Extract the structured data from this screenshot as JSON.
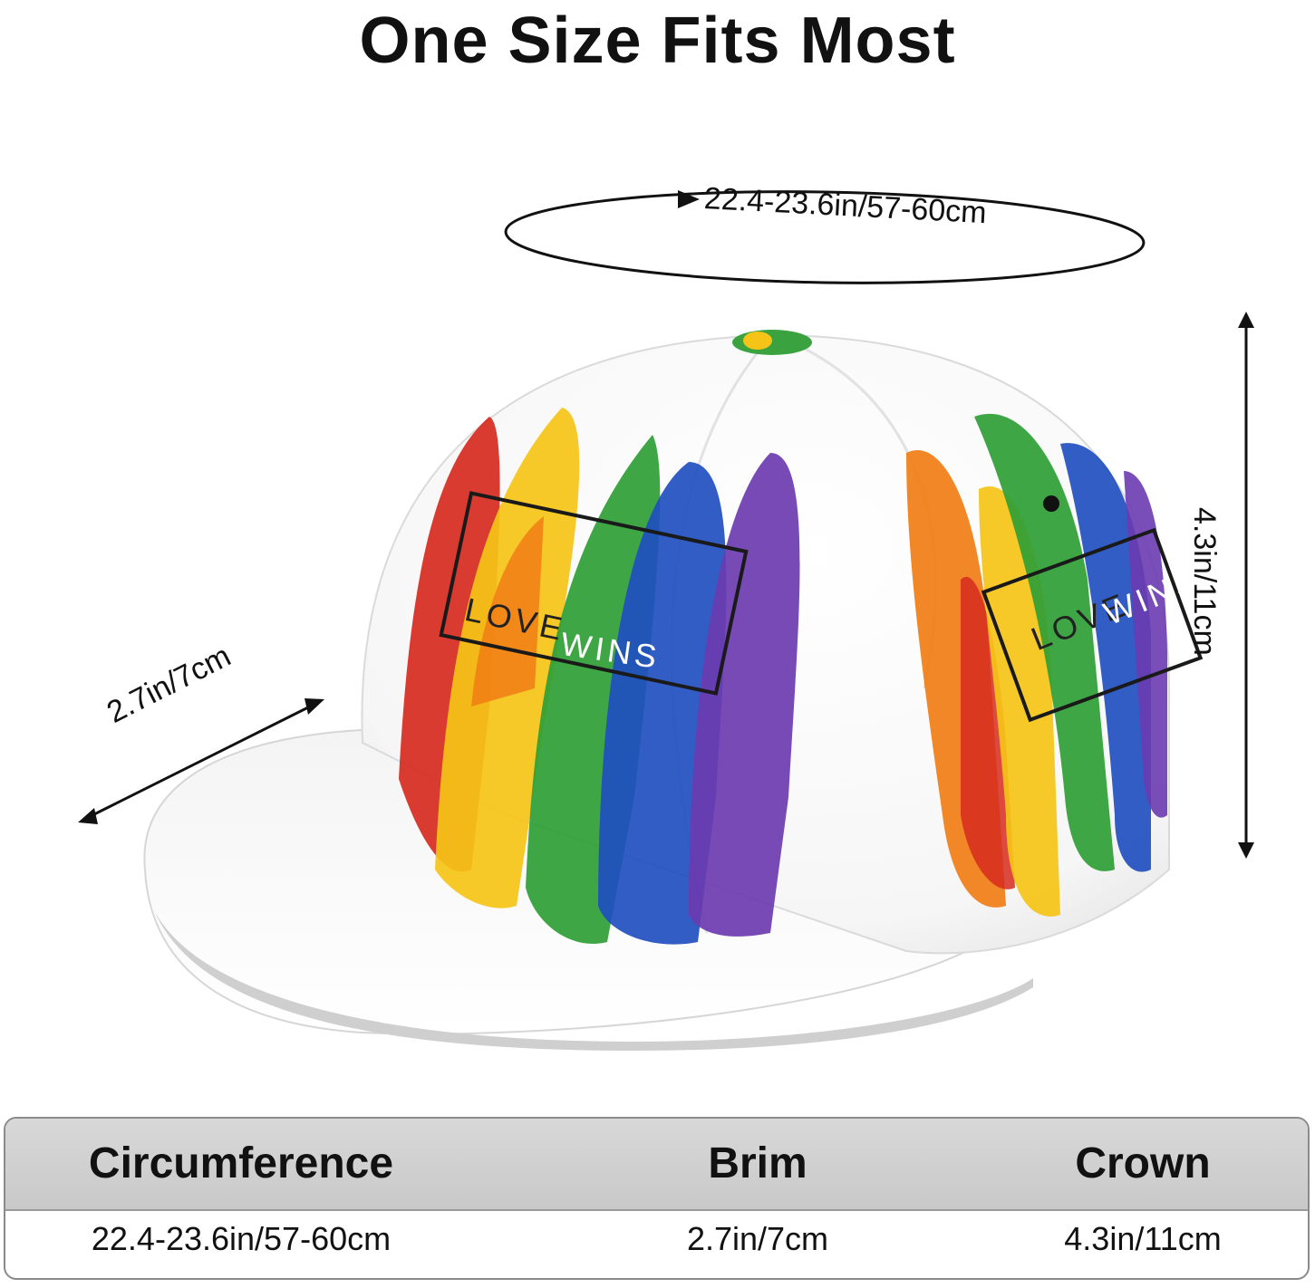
{
  "title": "One Size Fits Most",
  "dimensions": {
    "circumference": "22.4-23.6in/57-60cm",
    "brim": "2.7in/7cm",
    "crown": "4.3in/11cm"
  },
  "cap_print": {
    "front_text_1": "LOVE",
    "front_text_2": "WINS",
    "side_text_1": "LOVE",
    "side_text_2": "WINS",
    "stripe_colors": [
      "#d62a1e",
      "#f07d14",
      "#f5c417",
      "#2f9e35",
      "#1f4fc0",
      "#6b3bb0"
    ]
  },
  "table": {
    "headers": [
      "Circumference",
      "Brim",
      "Crown"
    ],
    "values": [
      "22.4-23.6in/57-60cm",
      "2.7in/7cm",
      "4.3in/11cm"
    ]
  }
}
